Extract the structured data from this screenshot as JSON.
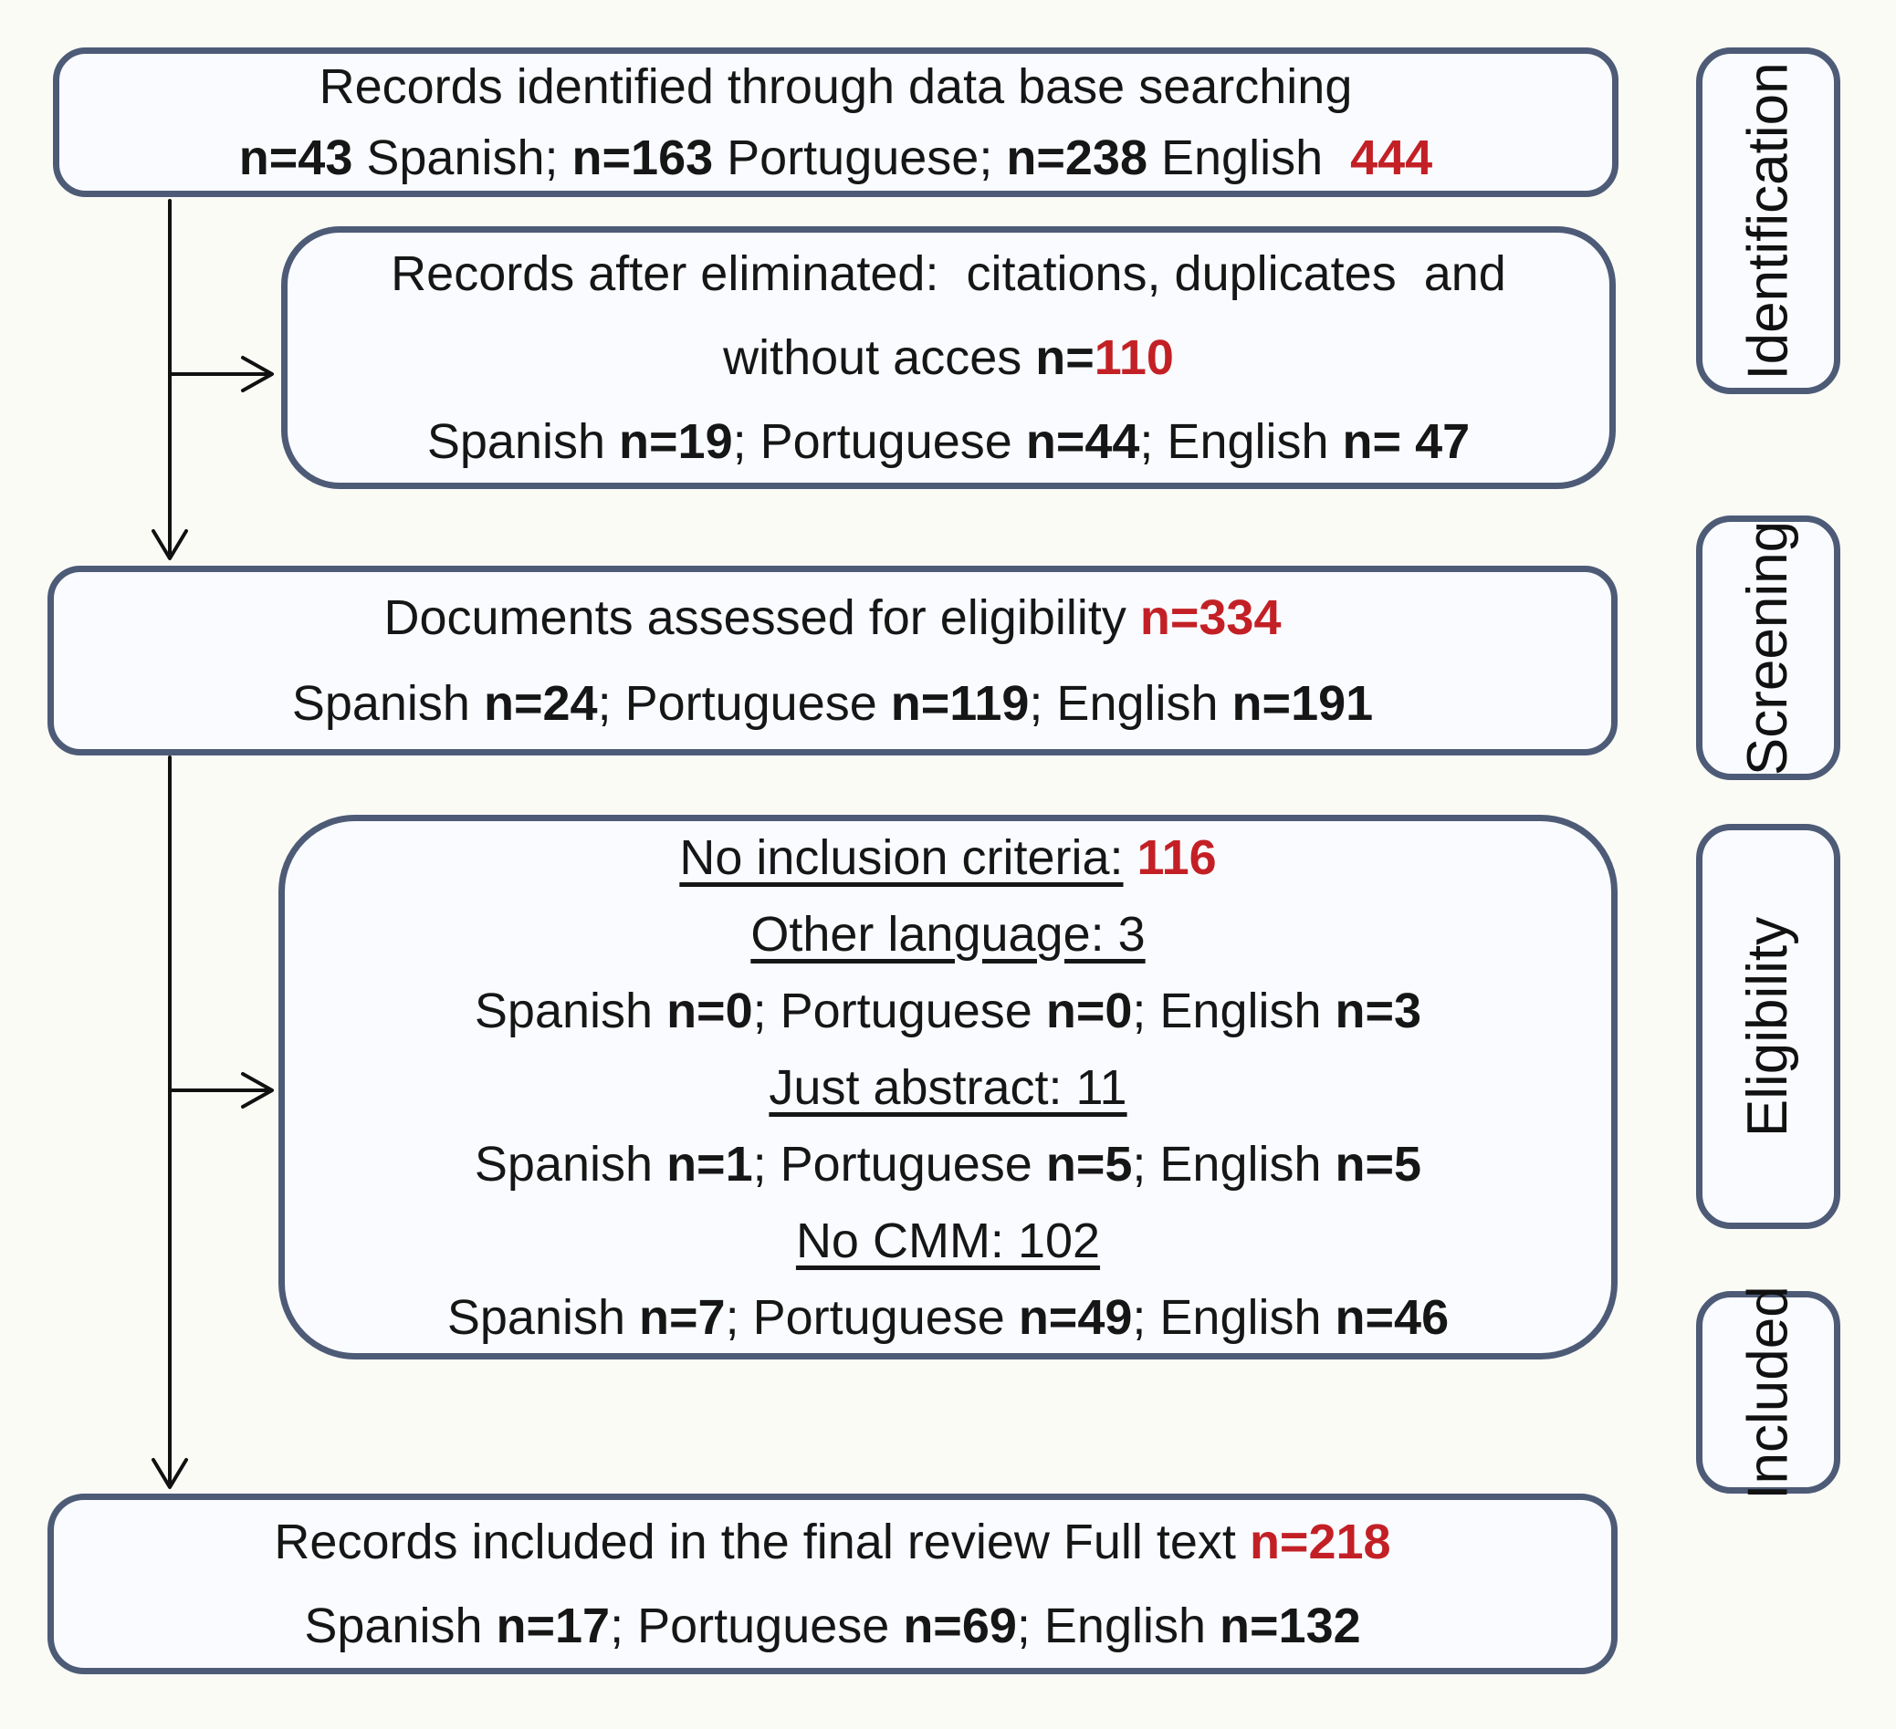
{
  "colors": {
    "border": "#4d5b77",
    "red": "#c32026",
    "text": "#161616",
    "box_fill": "#f9fbfe",
    "page_bg": "#fbfbf6"
  },
  "stages": [
    {
      "label": "Identification"
    },
    {
      "label": "Screening"
    },
    {
      "label": "Eligibility"
    },
    {
      "label": "Included"
    }
  ],
  "boxes": [
    {
      "name": "records-identified",
      "lines": [
        [
          {
            "t": "Records identified through data base searching"
          }
        ],
        [
          {
            "t": "n=43",
            "b": true
          },
          {
            "t": " Spanish; "
          },
          {
            "t": "n=163",
            "b": true
          },
          {
            "t": " Portuguese; "
          },
          {
            "t": "n=238",
            "b": true
          },
          {
            "t": " English  "
          },
          {
            "t": "444",
            "b": true,
            "r": true
          }
        ]
      ]
    },
    {
      "name": "records-eliminated",
      "lines": [
        [
          {
            "t": "Records after eliminated:  citations, duplicates  and"
          }
        ],
        [
          {
            "t": "without acces "
          },
          {
            "t": "n=",
            "b": true
          },
          {
            "t": "110",
            "b": true,
            "r": true
          }
        ],
        [
          {
            "t": "Spanish "
          },
          {
            "t": "n=19",
            "b": true
          },
          {
            "t": "; Portuguese "
          },
          {
            "t": "n=44",
            "b": true
          },
          {
            "t": "; English "
          },
          {
            "t": "n= 47",
            "b": true
          }
        ]
      ]
    },
    {
      "name": "documents-assessed",
      "lines": [
        [
          {
            "t": "Documents assessed for eligibility "
          },
          {
            "t": "n=334",
            "b": true,
            "r": true
          }
        ],
        [
          {
            "t": "Spanish "
          },
          {
            "t": "n=24",
            "b": true
          },
          {
            "t": "; Portuguese "
          },
          {
            "t": "n=119",
            "b": true
          },
          {
            "t": "; English "
          },
          {
            "t": "n=191",
            "b": true
          }
        ]
      ]
    },
    {
      "name": "exclusion-reasons",
      "lines": [
        [
          {
            "t": "No inclusion criteria:",
            "u": true
          },
          {
            "t": " "
          },
          {
            "t": "116",
            "b": true,
            "r": true
          }
        ],
        [
          {
            "t": "Other language: 3",
            "u": true
          }
        ],
        [
          {
            "t": "Spanish "
          },
          {
            "t": "n=0",
            "b": true
          },
          {
            "t": "; Portuguese "
          },
          {
            "t": "n=0",
            "b": true
          },
          {
            "t": "; English "
          },
          {
            "t": "n=3",
            "b": true
          }
        ],
        [
          {
            "t": "Just abstract: 11",
            "u": true
          }
        ],
        [
          {
            "t": "Spanish "
          },
          {
            "t": "n=1",
            "b": true
          },
          {
            "t": "; Portuguese "
          },
          {
            "t": "n=5",
            "b": true
          },
          {
            "t": "; English "
          },
          {
            "t": "n=5",
            "b": true
          }
        ],
        [
          {
            "t": "No CMM: 102",
            "u": true
          }
        ],
        [
          {
            "t": "Spanish "
          },
          {
            "t": "n=7",
            "b": true
          },
          {
            "t": "; Portuguese "
          },
          {
            "t": "n=49",
            "b": true
          },
          {
            "t": "; English "
          },
          {
            "t": "n=46",
            "b": true
          }
        ]
      ]
    },
    {
      "name": "records-included",
      "lines": [
        [
          {
            "t": "Records included in the final review Full text "
          },
          {
            "t": "n=218",
            "b": true,
            "r": true
          }
        ],
        [
          {
            "t": "Spanish "
          },
          {
            "t": "n=17",
            "b": true
          },
          {
            "t": "; Portuguese "
          },
          {
            "t": "n=69",
            "b": true
          },
          {
            "t": "; English "
          },
          {
            "t": "n=132",
            "b": true
          }
        ]
      ]
    }
  ]
}
